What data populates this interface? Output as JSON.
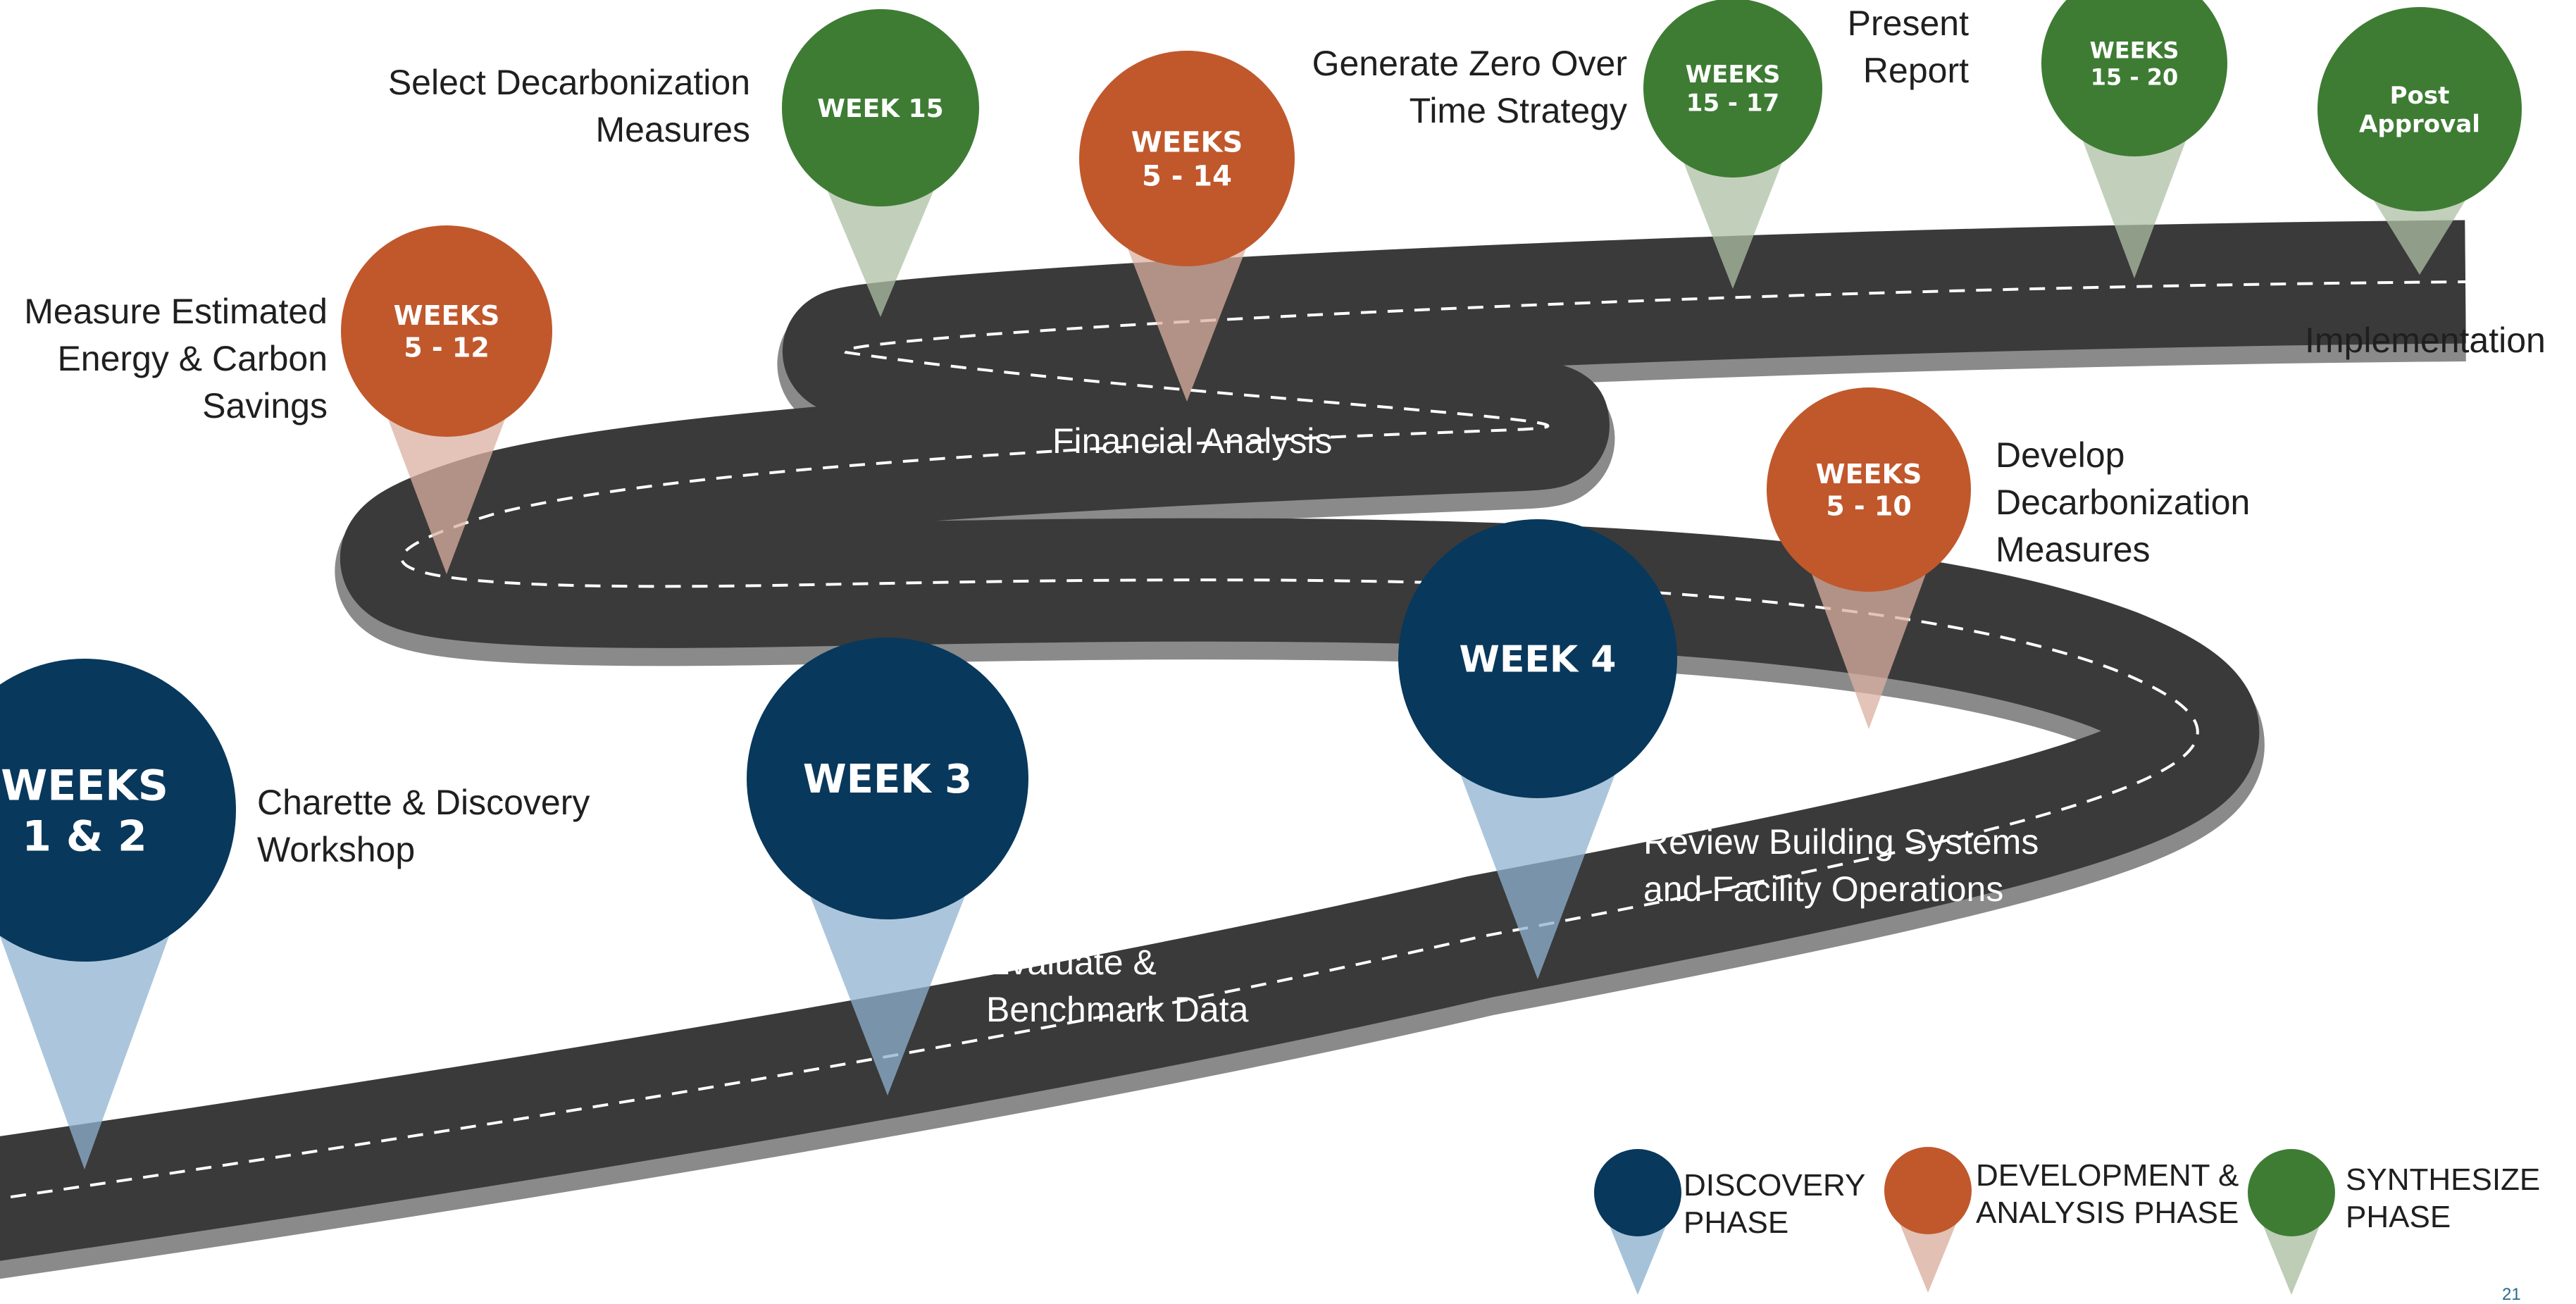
{
  "colors": {
    "road": "#3a3a3a",
    "road_edge": "#8a8a8a",
    "road_line": "#ffffff",
    "discovery": "#08385c",
    "discovery_tail": "#8fb3d0",
    "development": "#c0582c",
    "development_tail": "#dbb0a0",
    "synthesize": "#3e7c34",
    "synthesize_tail": "#adc0a4"
  },
  "milestones": [
    {
      "id": "weeks-1-2",
      "lines": [
        "WEEKS",
        "1 & 2"
      ],
      "phase": "discovery",
      "desc": [
        "Charette & Discovery",
        "Workshop"
      ]
    },
    {
      "id": "week-3",
      "lines": [
        "WEEK 3"
      ],
      "phase": "discovery",
      "desc": [
        "Evaluate &",
        "Benchmark Data"
      ]
    },
    {
      "id": "week-4",
      "lines": [
        "WEEK 4"
      ],
      "phase": "discovery",
      "desc": [
        "Review Building Systems",
        "and Facility Operations"
      ]
    },
    {
      "id": "weeks-5-10",
      "lines": [
        "WEEKS",
        "5 - 10"
      ],
      "phase": "development",
      "desc": [
        "Develop",
        "Decarbonization",
        "Measures"
      ]
    },
    {
      "id": "weeks-5-12",
      "lines": [
        "WEEKS",
        "5 - 12"
      ],
      "phase": "development",
      "desc": [
        "Measure Estimated",
        "Energy & Carbon",
        "Savings"
      ]
    },
    {
      "id": "weeks-5-14",
      "lines": [
        "WEEKS",
        "5 - 14"
      ],
      "phase": "development",
      "desc": [
        "Financial Analysis"
      ]
    },
    {
      "id": "week-15",
      "lines": [
        "WEEK 15"
      ],
      "phase": "synthesize",
      "desc": [
        "Select Decarbonization",
        "Measures"
      ]
    },
    {
      "id": "weeks-15-17",
      "lines": [
        "WEEKS",
        "15 - 17"
      ],
      "phase": "synthesize",
      "desc": [
        "Generate Zero Over",
        "Time Strategy"
      ]
    },
    {
      "id": "weeks-15-20",
      "lines": [
        "WEEKS",
        "15 - 20"
      ],
      "phase": "synthesize",
      "desc": [
        "Present",
        "Report"
      ]
    },
    {
      "id": "post-approval",
      "lines": [
        "Post",
        "Approval"
      ],
      "phase": "synthesize",
      "desc": [
        "Implementation"
      ]
    }
  ],
  "legend": [
    {
      "phase": "discovery",
      "label": [
        "DISCOVERY",
        "PHASE"
      ]
    },
    {
      "phase": "development",
      "label": [
        "DEVELOPMENT &",
        "ANALYSIS PHASE"
      ]
    },
    {
      "phase": "synthesize",
      "label": [
        "SYNTHESIZE",
        "PHASE"
      ]
    }
  ],
  "road_marker": "...",
  "page_number": "21"
}
